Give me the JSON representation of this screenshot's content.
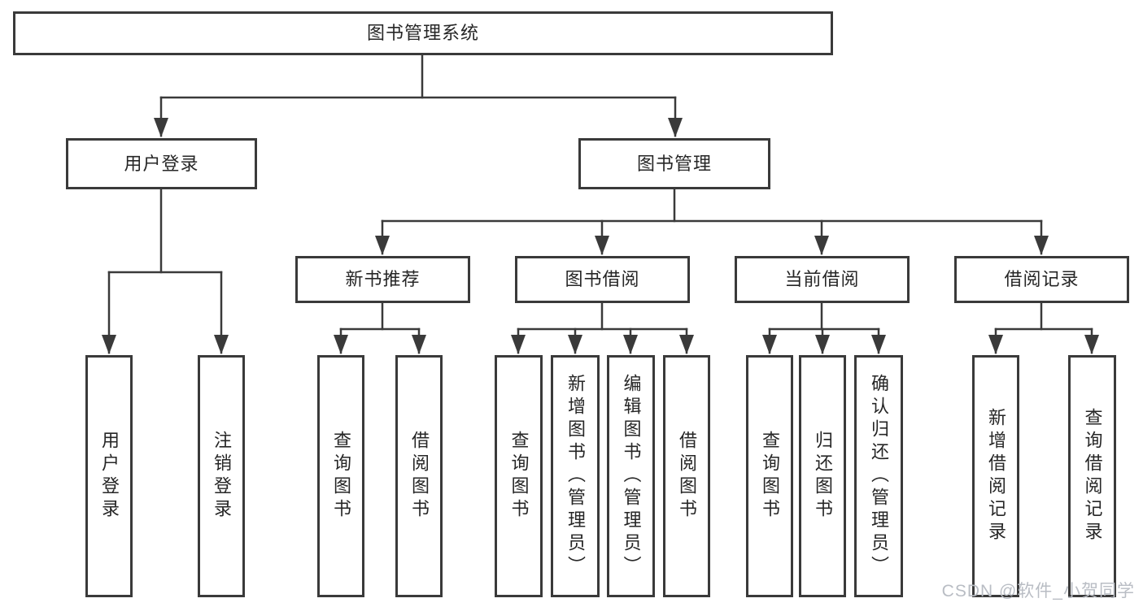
{
  "tree": {
    "root": "图书管理系统",
    "branches": [
      {
        "label": "用户登录",
        "children": [
          "用户登录",
          "注销登录"
        ]
      },
      {
        "label": "图书管理",
        "children": [
          {
            "label": "新书推荐",
            "children": [
              "查询图书",
              "借阅图书"
            ]
          },
          {
            "label": "图书借阅",
            "children": [
              "查询图书",
              "新增图书（管理员）",
              "编辑图书（管理员）",
              "借阅图书"
            ]
          },
          {
            "label": "当前借阅",
            "children": [
              "查询图书",
              "归还图书",
              "确认归还（管理员）"
            ]
          },
          {
            "label": "借阅记录",
            "children": [
              "新增借阅记录",
              "查询借阅记录"
            ]
          }
        ]
      }
    ]
  },
  "watermark": {
    "text": "CSDN @软件_小贺同学"
  },
  "colors": {
    "line": "#3a3a3a",
    "box_border": "#3a3a3a",
    "box_bg": "#ffffff",
    "text": "#262626",
    "watermark": "#b9bdc4",
    "background": "#ffffff"
  }
}
